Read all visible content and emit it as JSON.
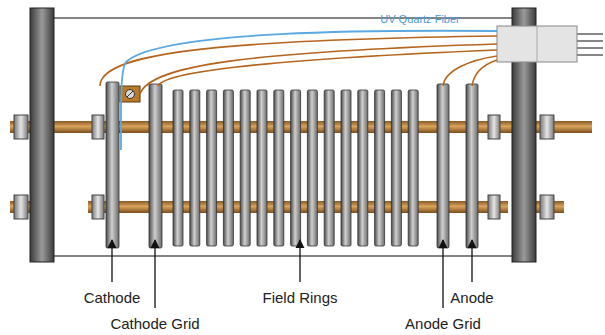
{
  "diagram": {
    "labels": [
      "UV Quartz Fiber",
      "Cathode",
      "Cathode Grid",
      "Field Rings",
      "Anode",
      "Anode Grid"
    ]
  }
}
